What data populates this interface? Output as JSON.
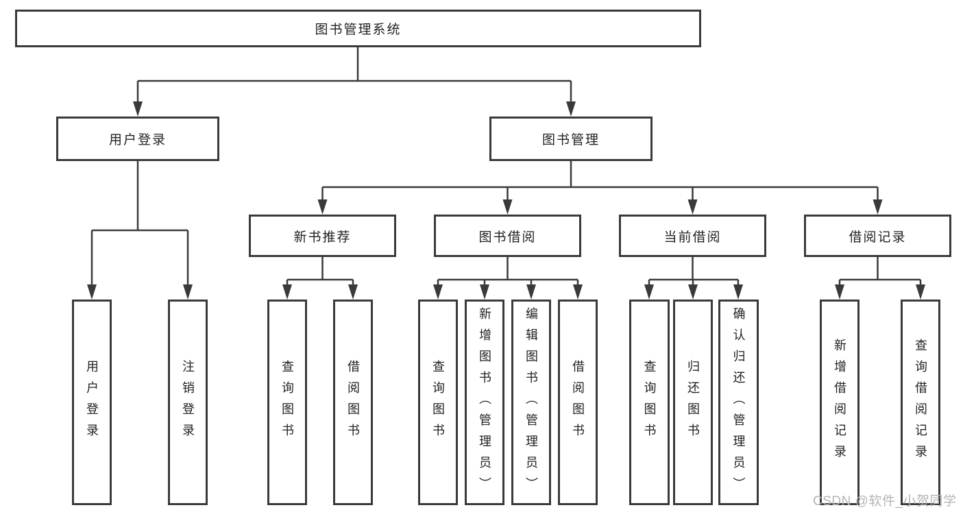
{
  "diagram": {
    "root": "图书管理系统",
    "branches": [
      {
        "label": "用户登录",
        "children": [
          "用户登录",
          "注销登录"
        ]
      },
      {
        "label": "图书管理",
        "sections": [
          {
            "label": "新书推荐",
            "children": [
              "查询图书",
              "借阅图书"
            ]
          },
          {
            "label": "图书借阅",
            "children": [
              "查询图书",
              "新增图书（管理员）",
              "编辑图书（管理员）",
              "借阅图书"
            ]
          },
          {
            "label": "当前借阅",
            "children": [
              "查询图书",
              "归还图书",
              "确认归还（管理员）"
            ]
          },
          {
            "label": "借阅记录",
            "children": [
              "新增借阅记录",
              "查询借阅记录"
            ]
          }
        ]
      }
    ]
  },
  "watermark": "CSDN @软件_小贺同学",
  "colors": {
    "line": "#3a3a3a",
    "text": "#222222",
    "background": "#ffffff",
    "watermark": "#b4b4b4"
  }
}
